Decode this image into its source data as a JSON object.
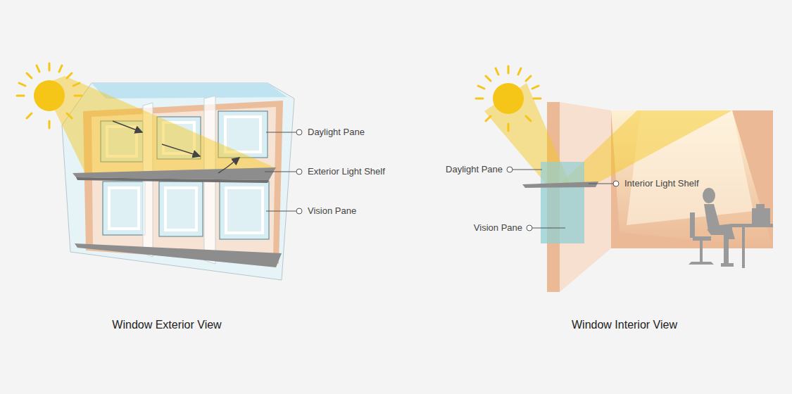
{
  "diagram": {
    "labels": [
      "Daylight Pane",
      "Exterior Light Shelf",
      "Vision Pane",
      "Daylight Pane",
      "Interior Light Shelf",
      "Vision Pane",
      "Window Exterior View",
      "Window Interior View"
    ]
  }
}
